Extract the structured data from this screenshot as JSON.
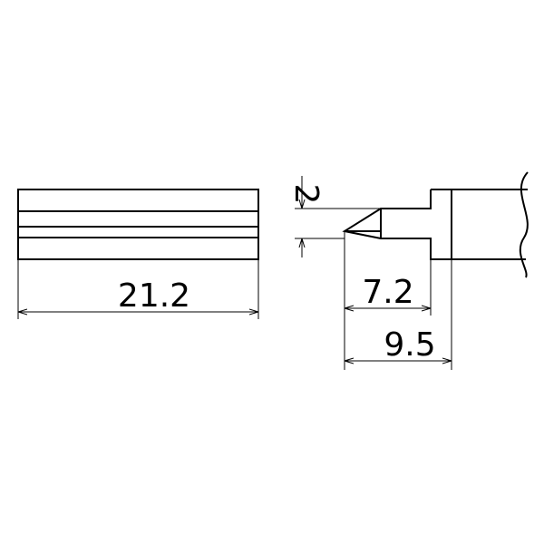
{
  "dimensions": {
    "width_total": "21.2",
    "tip_length": "7.2",
    "overall_length": "9.5",
    "tip_thickness": "2"
  },
  "colors": {
    "line": "#000000",
    "background": "#ffffff"
  }
}
